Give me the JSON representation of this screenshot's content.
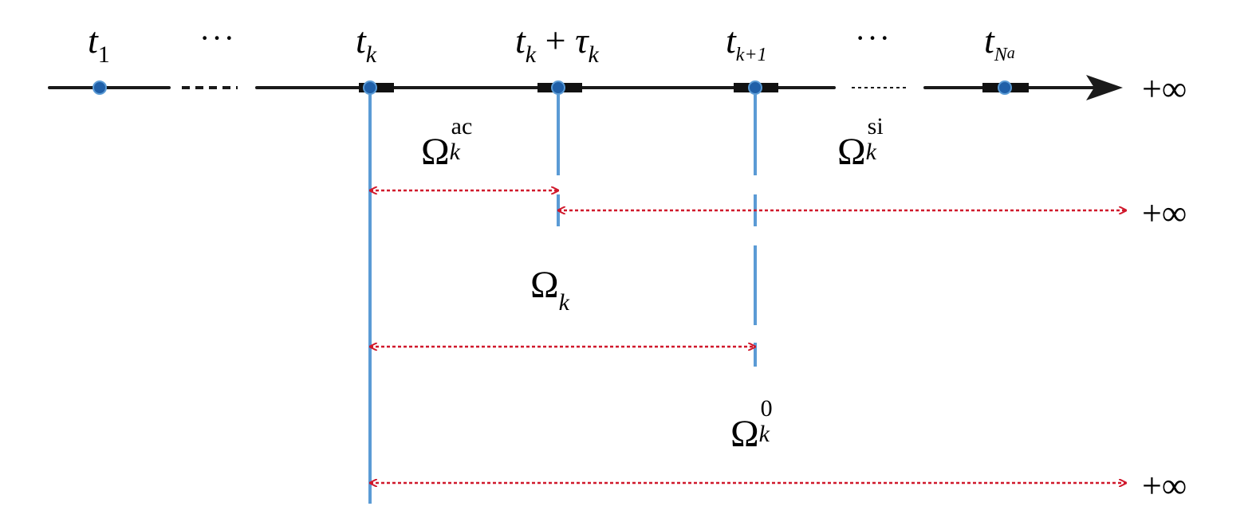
{
  "timeline": {
    "labels": {
      "t1": {
        "base": "t",
        "sub": "1"
      },
      "dots_left": "···",
      "tk": {
        "base": "t",
        "sub": "k"
      },
      "tk_tau": {
        "base": "t",
        "sub": "k",
        "op": " + ",
        "tau": "τ",
        "tau_sub": "k"
      },
      "tk1": {
        "base": "t",
        "sub": "k+1"
      },
      "dots_right": "···",
      "tNa": {
        "base": "t",
        "sub": "N",
        "subsub": "a"
      }
    },
    "infinity": "+∞"
  },
  "sets": {
    "omega_ac": {
      "symbol": "Ω",
      "sup": "ac",
      "sub": "k"
    },
    "omega_si": {
      "symbol": "Ω",
      "sup": "si",
      "sub": "k"
    },
    "omega_k": {
      "symbol": "Ω",
      "sub": "k"
    },
    "omega_0": {
      "symbol": "Ω",
      "sup": "0",
      "sub": "k"
    }
  },
  "intervals": {
    "inf1": "+∞",
    "inf2": "+∞"
  },
  "colors": {
    "axis": "#1a1a1a",
    "point": "#1f5fa8",
    "vline": "#5b9bd5",
    "arrow": "#d0182b"
  }
}
